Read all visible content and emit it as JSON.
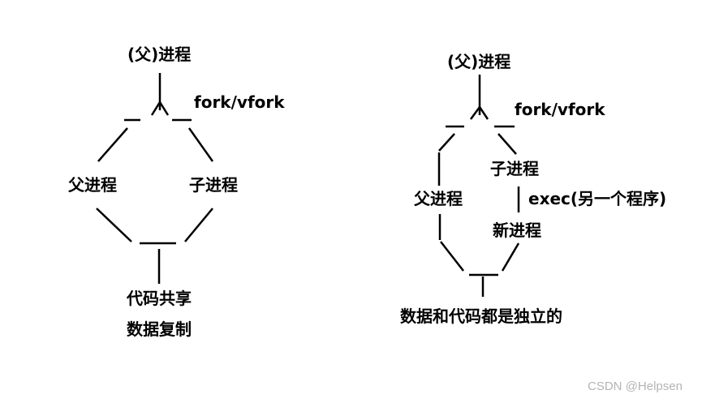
{
  "colors": {
    "line": "#000000",
    "text": "#000000",
    "watermark": "#b4b4b4"
  },
  "left_diagram": {
    "parent_process": "(父)进程",
    "fork_label": "fork/vfork",
    "parent_branch": "父进程",
    "child_branch": "子进程",
    "result_line1": "代码共享",
    "result_line2": "数据复制"
  },
  "right_diagram": {
    "parent_process": "(父)进程",
    "fork_label": "fork/vfork",
    "child_branch": "子进程",
    "exec_label": "exec(另一个程序)",
    "parent_branch": "父进程",
    "new_process": "新进程",
    "result": "数据和代码都是独立的"
  },
  "watermark": "CSDN @Helpsen"
}
